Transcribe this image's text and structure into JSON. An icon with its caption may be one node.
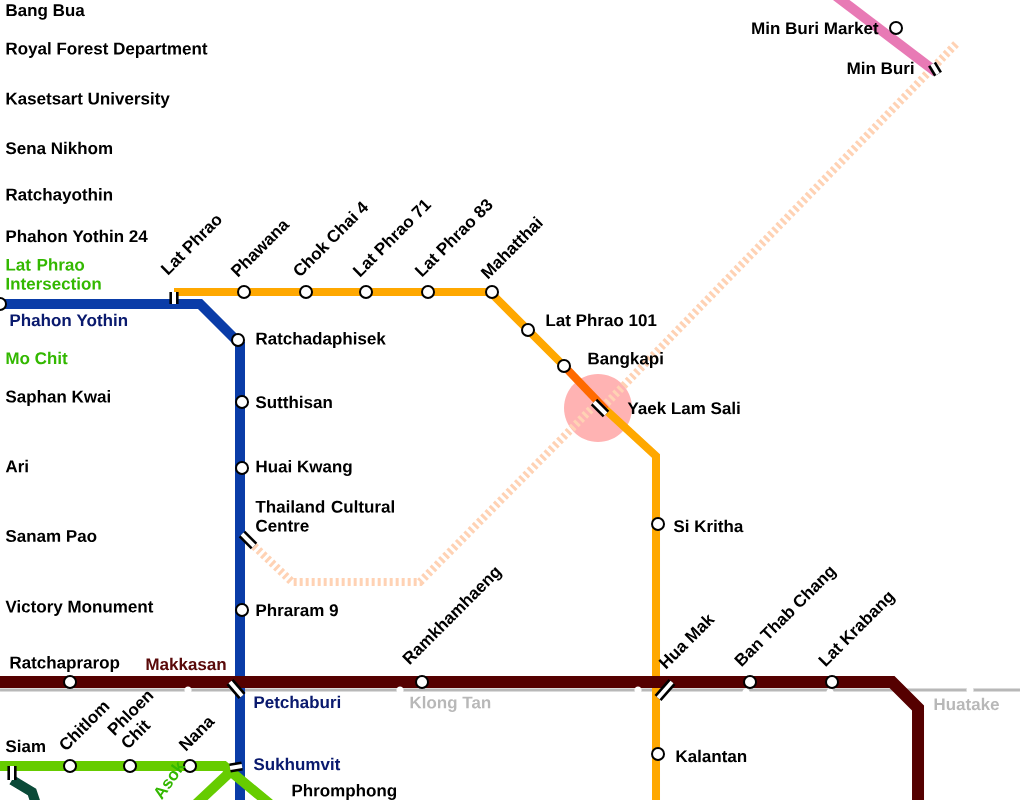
{
  "diagram": {
    "labels": [
      "Bang Bua",
      "Royal Forest Department",
      "Kasetsart University",
      "Sena Nikhom",
      "Ratchayothin",
      "Phahon Yothin 24",
      "Lat Phrao Intersection",
      "Phahon Yothin",
      "Mo Chit",
      "Saphan Kwai",
      "Ari",
      "Sanam Pao",
      "Victory Monument",
      "Ratchaprarop",
      "Makkasan",
      "Petchaburi",
      "Klong Tan",
      "Siam",
      "Chitlom",
      "Phloen Chit",
      "Nana",
      "Sukhumvit",
      "Asok",
      "Phromphong",
      "Min Buri Market",
      "Min Buri",
      "Lat Phrao",
      "Phawana",
      "Chok Chai 4",
      "Lat Phrao 71",
      "Lat Phrao 83",
      "Mahatthai",
      "Ratchadaphisek",
      "Lat Phrao 101",
      "Bangkapi",
      "Yaek Lam Sali",
      "Sutthisan",
      "Huai Kwang",
      "Thailand Cultural Centre",
      "Si Kritha",
      "Phraram 9",
      "Ramkhamhaeng",
      "Hua Mak",
      "Ban Thab Chang",
      "Lat Krabang",
      "Huatake",
      "Kalantan"
    ]
  }
}
